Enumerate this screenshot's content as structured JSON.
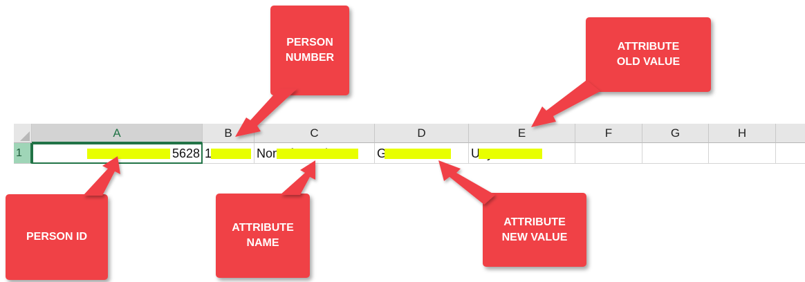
{
  "spreadsheet": {
    "columns": [
      "A",
      "B",
      "C",
      "D",
      "E",
      "F",
      "G",
      "H"
    ],
    "row_number": "1",
    "cells": {
      "a1": "5628",
      "b1": "100002",
      "c1": "NonInformation1",
      "d1": "Ger",
      "e1": "Uuyer"
    }
  },
  "callouts": {
    "person_number": "PERSON NUMBER",
    "attribute_old_value": "ATTRIBUTE OLD VALUE",
    "person_id": "PERSON ID",
    "attribute_name": "ATTRIBUTE NAME",
    "attribute_new_value": "ATTRIBUTE NEW VALUE"
  },
  "colors": {
    "callout": "#f04146",
    "redaction": "#e8ff00",
    "excel_green": "#217346"
  }
}
